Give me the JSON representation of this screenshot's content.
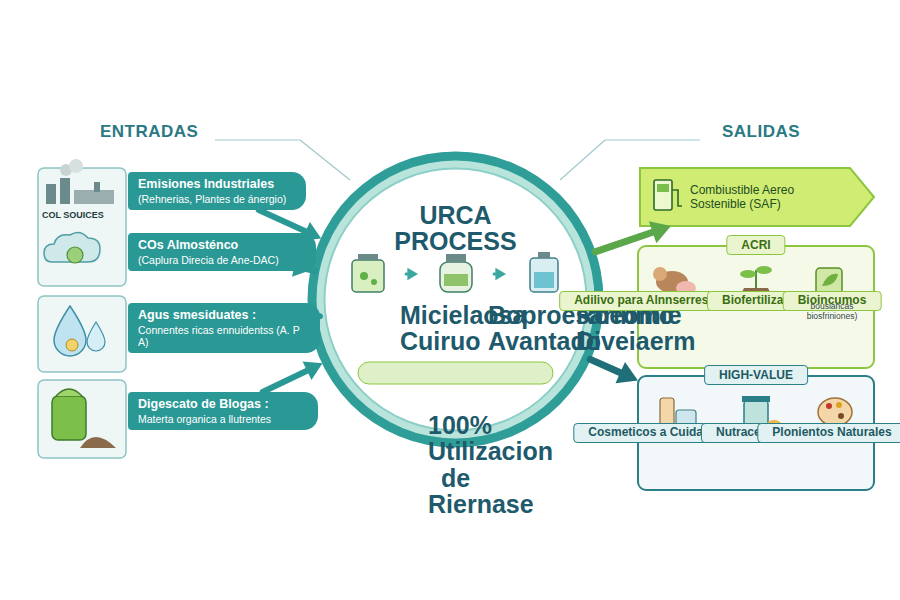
{
  "diagram": {
    "nodes": [
      {
        "text": [
          "Emisiones Industriales",
          "(Rehnerias, Plantes de ánergio)"
        ]
      },
      {
        "text": [
          "COs Almosténco",
          "(Caplura Direcia de Ane-DAC)"
        ]
      },
      {
        "text": [
          "Agus smesiduates :",
          "Connentes ricas ennuidentss (A. P A)"
        ]
      },
      {
        "text": [
          "Digescato de Blogas :",
          "Materta organica a llutrentes"
        ]
      },
      {
        "text": [
          "URCA PROCESS"
        ]
      },
      {
        "text": [
          "Micielaosa Cuiruo"
        ],
        "in": 4
      },
      {
        "text": [
          "Boproesaribnto Avantado"
        ],
        "in": 4
      },
      {
        "text": [
          "Roeomie Diveiaerm"
        ],
        "in": 4
      },
      {
        "text": [
          "100% Utilizacion de Riernase"
        ],
        "in": 4
      },
      {
        "text": [
          "Combiustible Aereo Sostenible (SAF)"
        ]
      },
      {
        "text": [
          "ACRI"
        ]
      },
      {
        "text": [
          "Adilivo para Alnnserres Bálanceados"
        ],
        "in": 10
      },
      {
        "text": [
          "Biofertilizas"
        ],
        "in": 10
      },
      {
        "text": [
          "Bioincumos",
          "bousiancas biosfriniones)"
        ],
        "in": 10
      },
      {
        "text": [
          "HIGH-VALUE"
        ]
      },
      {
        "text": [
          "Cosmeticos a Cuidado Personal"
        ],
        "in": 14
      },
      {
        "text": [
          "Nutraceuticos"
        ],
        "in": 14
      },
      {
        "text": [
          "Plonientos Naturales"
        ],
        "in": 14
      }
    ],
    "edges": [
      {
        "from": 0,
        "to": 4,
        "arrow": "to"
      },
      {
        "from": 1,
        "to": 4,
        "arrow": "to"
      },
      {
        "from": 2,
        "to": 4,
        "arrow": "to"
      },
      {
        "from": 3,
        "to": 4,
        "arrow": "to"
      },
      {
        "from": 5,
        "to": 6,
        "arrow": "to"
      },
      {
        "from": 6,
        "to": 7,
        "arrow": "to"
      },
      {
        "from": 4,
        "to": 9,
        "arrow": "to"
      },
      {
        "from": 4,
        "to": 10,
        "arrow": "to"
      },
      {
        "from": 4,
        "to": 14,
        "arrow": "to"
      }
    ],
    "labels": [
      "ENTRADAS",
      "SALIDAS",
      "COL SOUICES"
    ]
  }
}
